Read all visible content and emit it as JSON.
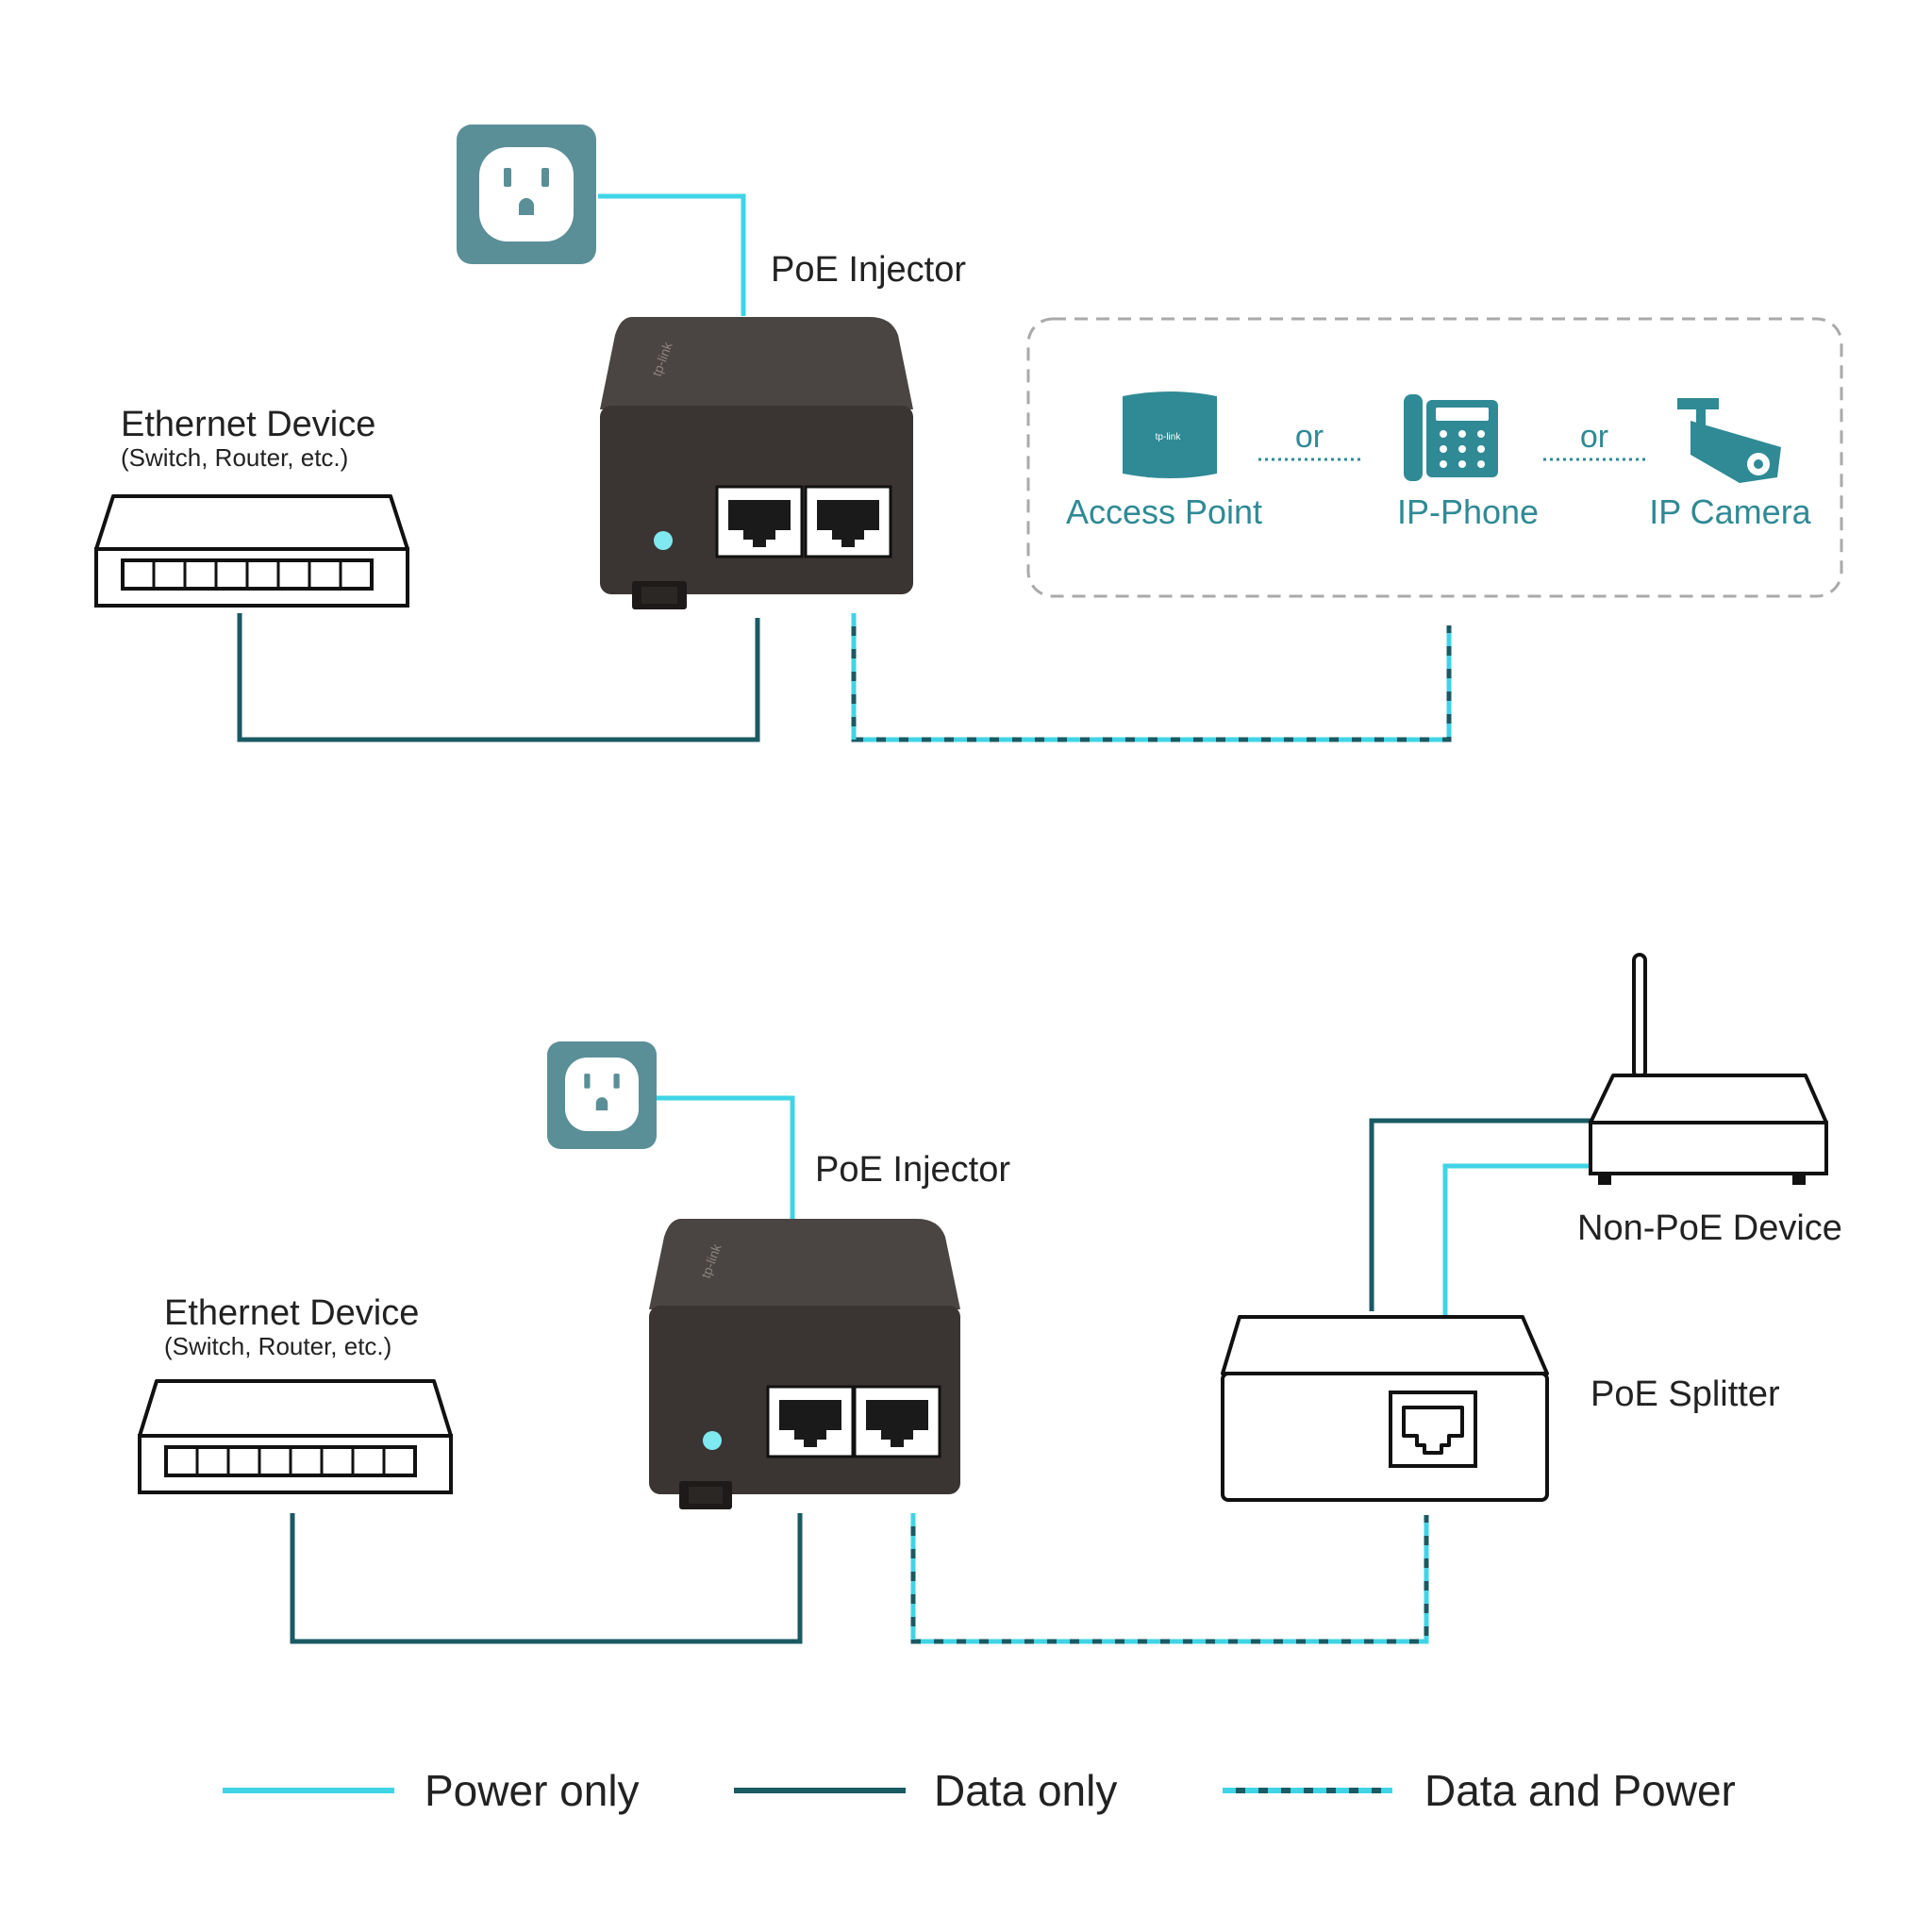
{
  "colors": {
    "power_only": "#3fd4e6",
    "data_only": "#1a5a63",
    "data_and_power_dash": "#3fd4e6",
    "data_and_power_base": "#1a5a63",
    "outlet_bg": "#5b8f98",
    "injector_body": "#3a3533",
    "pd_icon": "#2f8a95",
    "led": "#7fe8f0"
  },
  "top_scene": {
    "injector_label": "PoE Injector",
    "ethernet_device": {
      "title": "Ethernet Device",
      "subtitle": "(Switch, Router, etc.)"
    },
    "powered_devices": [
      {
        "label": "Access Point",
        "icon": "access-point-icon"
      },
      {
        "label": "IP-Phone",
        "icon": "ip-phone-icon"
      },
      {
        "label": "IP Camera",
        "icon": "ip-camera-icon"
      }
    ],
    "separator": "or"
  },
  "bottom_scene": {
    "injector_label": "PoE Injector",
    "ethernet_device": {
      "title": "Ethernet Device",
      "subtitle": "(Switch, Router, etc.)"
    },
    "non_poe_label": "Non-PoE Device",
    "splitter_label": "PoE Splitter"
  },
  "legend": [
    {
      "label": "Power only",
      "style": "power-only"
    },
    {
      "label": "Data only",
      "style": "data-only"
    },
    {
      "label": "Data and Power",
      "style": "data-and-power"
    }
  ]
}
